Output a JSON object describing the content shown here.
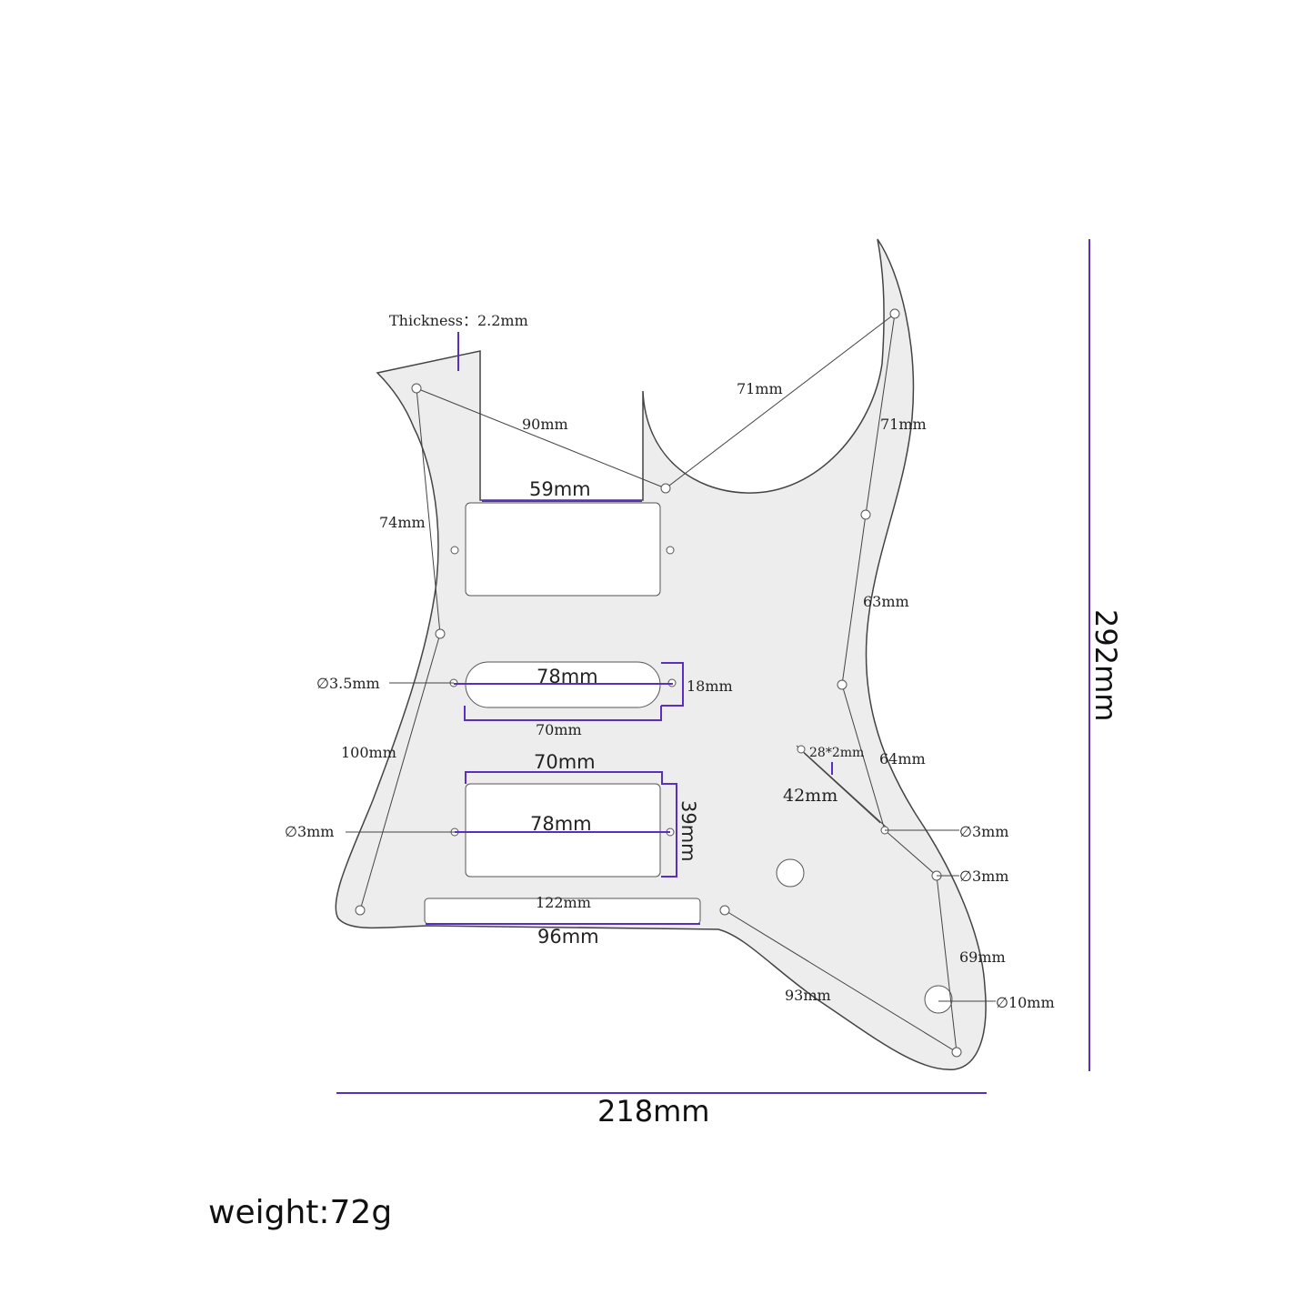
{
  "thickness": "Thickness：2.2mm",
  "labels": {
    "d90": "90mm",
    "d71a": "71mm",
    "d71b": "71mm",
    "d74": "74mm",
    "d59": "59mm",
    "d63": "63mm",
    "d78a": "78mm",
    "d18": "18mm",
    "d70a": "70mm",
    "d100": "100mm",
    "d70b": "70mm",
    "d28x2": "28*2mm",
    "d64": "64mm",
    "d42": "42mm",
    "d78b": "78mm",
    "d39": "39mm",
    "d122": "122mm",
    "d96": "96mm",
    "d69": "69mm",
    "d93": "93mm",
    "dia35": "∅3.5mm",
    "dia3a": "∅3mm",
    "dia3b": "∅3mm",
    "dia3c": "∅3mm",
    "dia10": "∅10mm"
  },
  "width": "218mm",
  "height": "292mm",
  "weight": "weight:72g",
  "colors": {
    "dimension": "#5a2fc0",
    "fill": "#ededed",
    "outline": "#444444"
  }
}
